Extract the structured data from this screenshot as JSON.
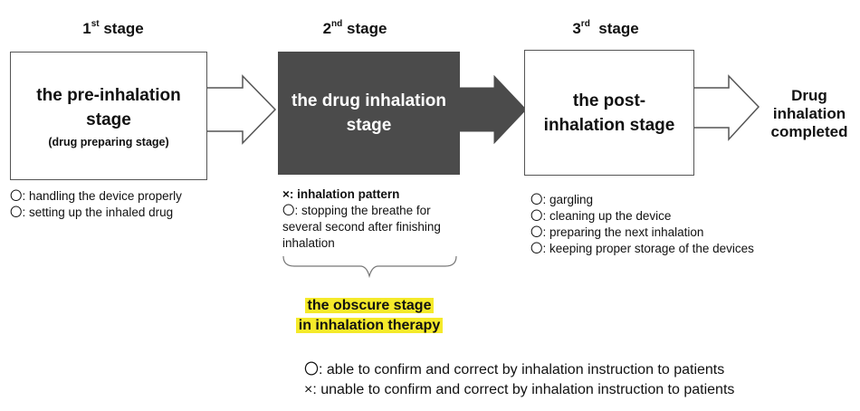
{
  "stages": [
    {
      "num": "1",
      "suffix": "st",
      "word": "stage"
    },
    {
      "num": "2",
      "suffix": "nd",
      "word": "stage"
    },
    {
      "num": "3",
      "suffix": "rd",
      "word": "stage"
    }
  ],
  "box1": {
    "title": "the pre-inhalation stage",
    "subtitle": "(drug preparing stage)"
  },
  "box2": {
    "title": "the drug inhalation stage"
  },
  "box3": {
    "title": "the post-inhalation stage"
  },
  "end_label": "Drug inhalation completed",
  "notes1": [
    "〇: handling the device properly",
    "〇: setting up the inhaled drug"
  ],
  "notes2": {
    "bold_item": "×: inhalation pattern",
    "item": "〇: stopping the breathe for several second after finishing inhalation"
  },
  "notes3": [
    "〇: gargling",
    "〇: cleaning up the device",
    "〇: preparing the next inhalation",
    "〇: keeping proper storage of the devices"
  ],
  "obscure": {
    "line1": "the obscure stage",
    "line2": "in inhalation therapy"
  },
  "legend": {
    "circle": "〇: able to confirm and correct by inhalation instruction to patients",
    "cross": "×: unable to confirm and correct by inhalation instruction to patients"
  },
  "colors": {
    "dark_box": "#4b4b4b",
    "highlight": "#f5ea2a",
    "outline": "#555555"
  }
}
